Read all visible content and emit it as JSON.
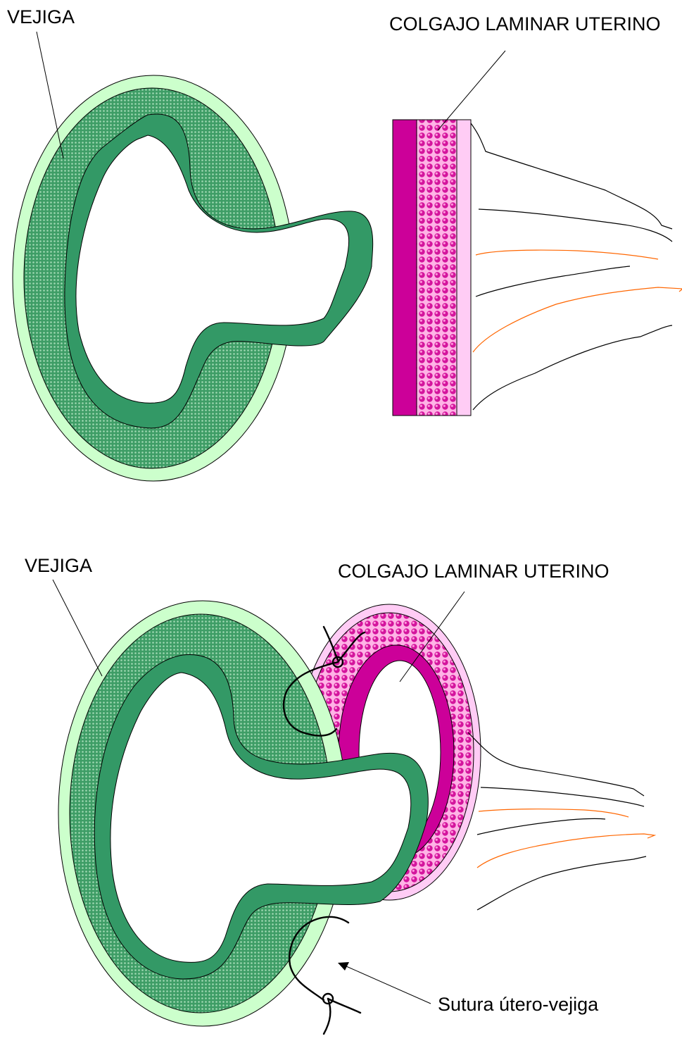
{
  "panels": [
    {
      "bladder_label": "VEJIGA",
      "flap_label": "COLGAJO LAMINAR UTERINO"
    },
    {
      "bladder_label": "VEJIGA",
      "flap_label": "COLGAJO LAMINAR UTERINO",
      "suture_label": "Sutura útero-vejiga"
    }
  ],
  "colors": {
    "bladder_outer": "#ccffcc",
    "bladder_middle": "#4caf78",
    "bladder_inner": "#339966",
    "flap_dark": "#cc0099",
    "flap_mid": "#ff66cc",
    "flap_light": "#ffccf5",
    "vessel_black": "#000000",
    "vessel_orange": "#ff6600"
  }
}
